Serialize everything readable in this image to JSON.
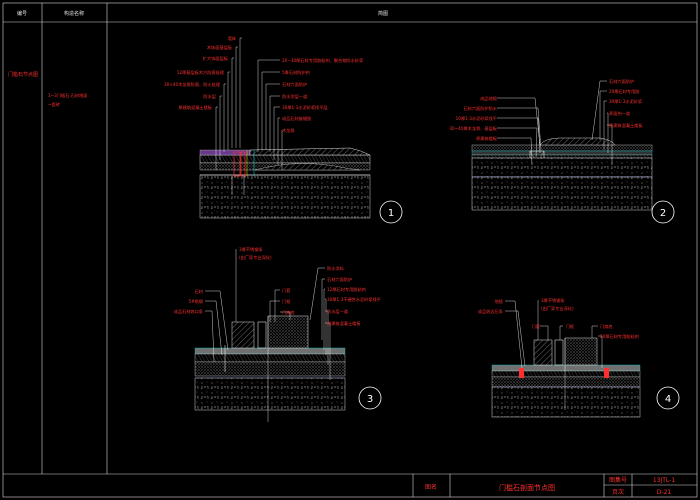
{
  "table": {
    "col_headers": [
      "编号",
      "构造名称",
      "简图"
    ],
    "row_name": "门槛石节点图",
    "row_desc_line1": "1~3门槛石 石材地面",
    "row_desc_line2": "~瓷砖",
    "row_desc_line3": ""
  },
  "details": {
    "d1": {
      "number": "1",
      "labels_left": [
        "墙体",
        "木饰面基层板",
        "扩大饰面层板",
        "12厚基层板木方防腐处理",
        "30×40木龙骨防腐、防火处理",
        "防水层",
        "原建筑混凝土楼板"
      ],
      "labels_right": [
        "20~30厚石材专用胶粘剂、聚合物防水砂浆",
        "5厚石材防护剂",
        "石材六面防护",
        "防水涂层一道",
        "30厚1:3水泥砂浆找平层",
        "成品石材嵌缝胶",
        "木龙骨"
      ]
    },
    "d2": {
      "number": "2",
      "labels_left": [
        "成品地毯",
        "石材六面防护防水",
        "10厚1:3水泥砂浆找平",
        "30~40厚木龙骨、基层板",
        "原建筑楼板"
      ],
      "labels_right": [
        "石材六面防护",
        "20厚石材专用胶",
        "30厚1:3水泥砂浆",
        "界面剂一道",
        "原建筑混凝土楼板"
      ]
    },
    "d3": {
      "number": "3",
      "labels_top": [
        "3厚不锈钢条",
        "(由厂家专业深化)"
      ],
      "labels_left": [
        "石材",
        "5#角钢",
        "成品石材收口条"
      ],
      "labels_mid": [
        "门套",
        "门框",
        "门扇底"
      ],
      "labels_right": [
        "防水涂料",
        "石材六面防护",
        "12厚石材专用胶粘剂",
        "30厚1:3干硬性水泥砂浆找平",
        "防水层一道",
        "原建筑混凝土楼板"
      ]
    },
    "d4": {
      "number": "4",
      "labels_left": [
        "地毯",
        "成品收边压条"
      ],
      "labels_top": [
        "3厚不锈钢条",
        "(由厂家专业深化)"
      ],
      "labels_mid": [
        "门套",
        "门框"
      ],
      "labels_right": [
        "门扇底",
        "20厚石材专用胶粘剂"
      ]
    }
  },
  "title_block": {
    "label": "图名",
    "title": "门槛石剖面节点图",
    "atlas_label": "图集号",
    "atlas_value": "13JTL-1",
    "page_label": "页次",
    "page_value": "D-21"
  }
}
